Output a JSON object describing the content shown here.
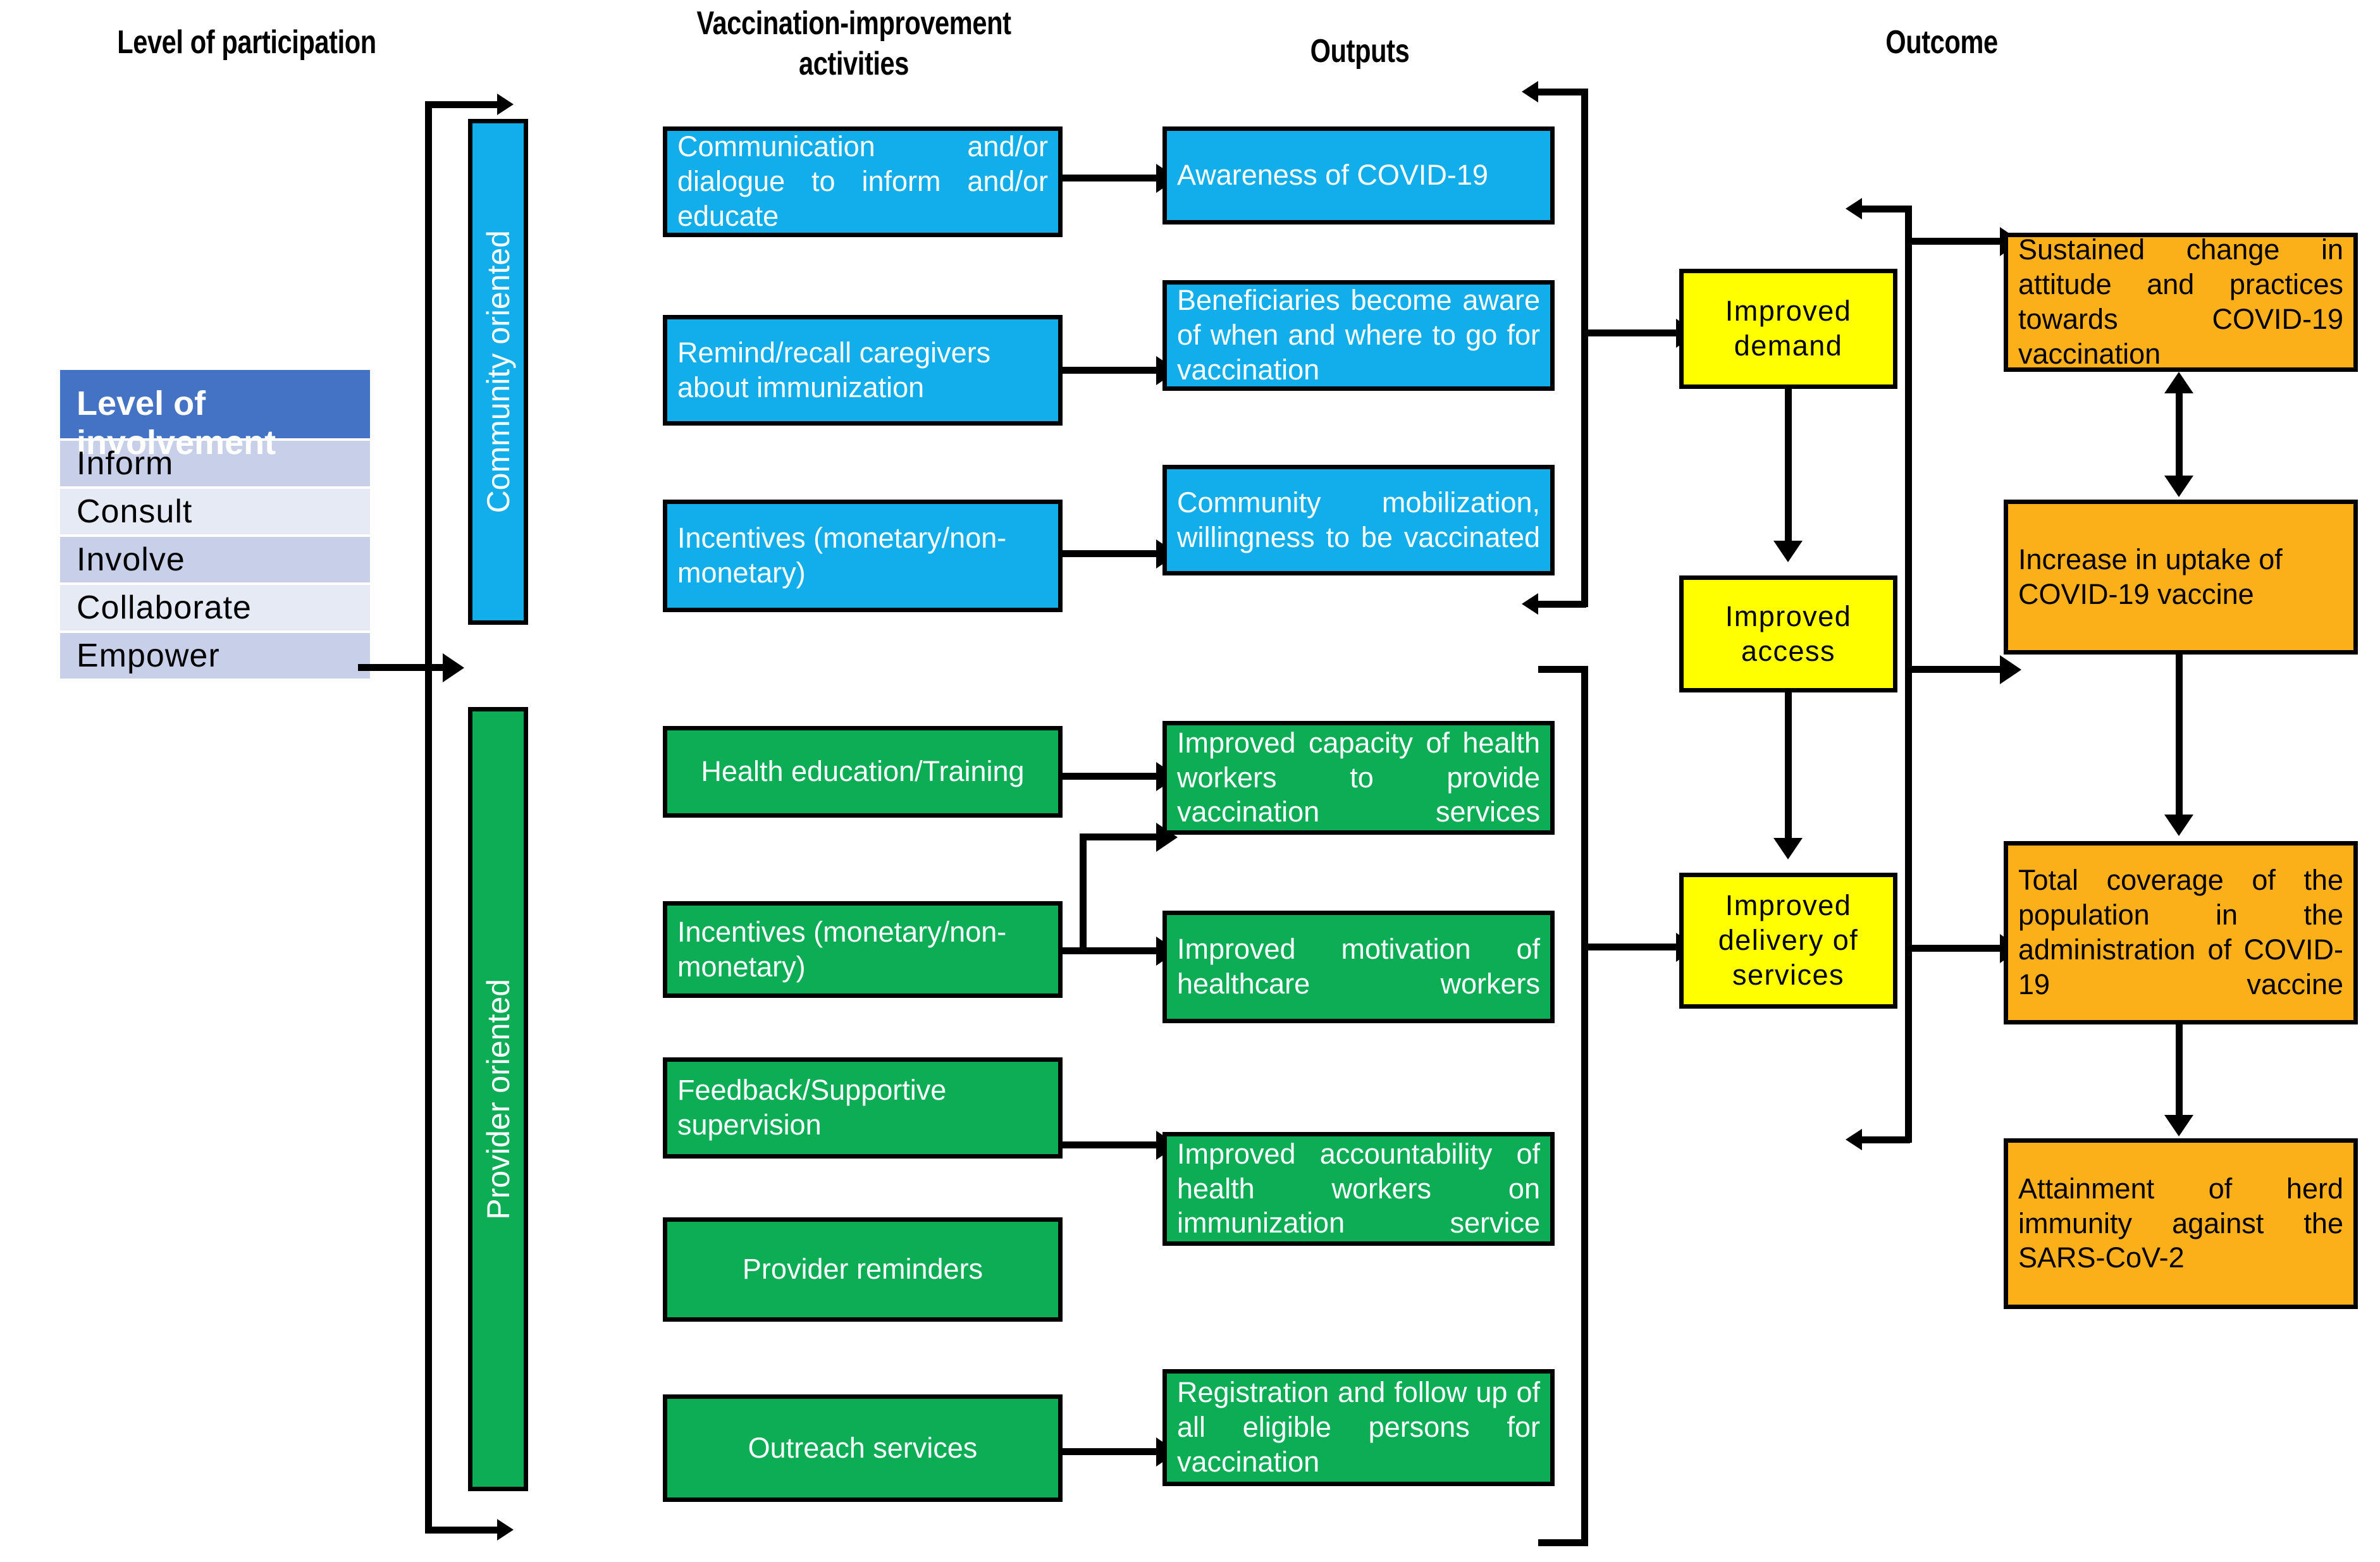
{
  "headers": {
    "level_of_participation": "Level of participation",
    "activities_line1": "Vaccination-improvement",
    "activities_line2": "activities",
    "outputs": "Outputs",
    "outcome": "Outcome"
  },
  "involvement_table": {
    "header": "Level of involvement",
    "rows": [
      "Inform",
      "Consult",
      "Involve",
      "Collaborate",
      "Empower"
    ]
  },
  "category_bars": {
    "community": "Community oriented",
    "provider": "Provider oriented"
  },
  "activities": {
    "community": [
      "Communication and/or dialogue to inform and/or educate",
      "Remind/recall caregivers about immunization",
      "Incentives (monetary/non-monetary)"
    ],
    "provider": [
      "Health education/Training",
      "Incentives (monetary/non-monetary)",
      "Feedback/Supportive supervision",
      "Provider reminders",
      "Outreach services"
    ]
  },
  "outputs": {
    "community": [
      "Awareness of COVID-19",
      "Beneficiaries become aware of when and where to go for vaccination",
      "Community mobilization, willingness to be vaccinated"
    ],
    "provider": [
      "Improved capacity of health workers to provide vaccination services",
      "Improved motivation of healthcare workers",
      "Improved accountability of health workers on immunization service",
      "Registration and follow up of all eligible persons for vaccination"
    ]
  },
  "intermediate": [
    "Improved demand",
    "Improved access",
    "Improved delivery of services"
  ],
  "outcomes": [
    "Sustained change in attitude and practices towards COVID-19 vaccination",
    "Increase in uptake of COVID-19 vaccine",
    "Total coverage of the population in the administration of COVID-19 vaccine",
    "Attainment of herd immunity against the SARS-CoV-2"
  ],
  "colors": {
    "community_blue": "#12AEEB",
    "provider_green": "#0CAD55",
    "intermediate_yellow": "#FFFF00",
    "outcome_orange": "#FBB01A",
    "table_header_blue": "#4472C4",
    "table_row_dark": "#C8CFE8",
    "table_row_light": "#E6EAF5"
  }
}
